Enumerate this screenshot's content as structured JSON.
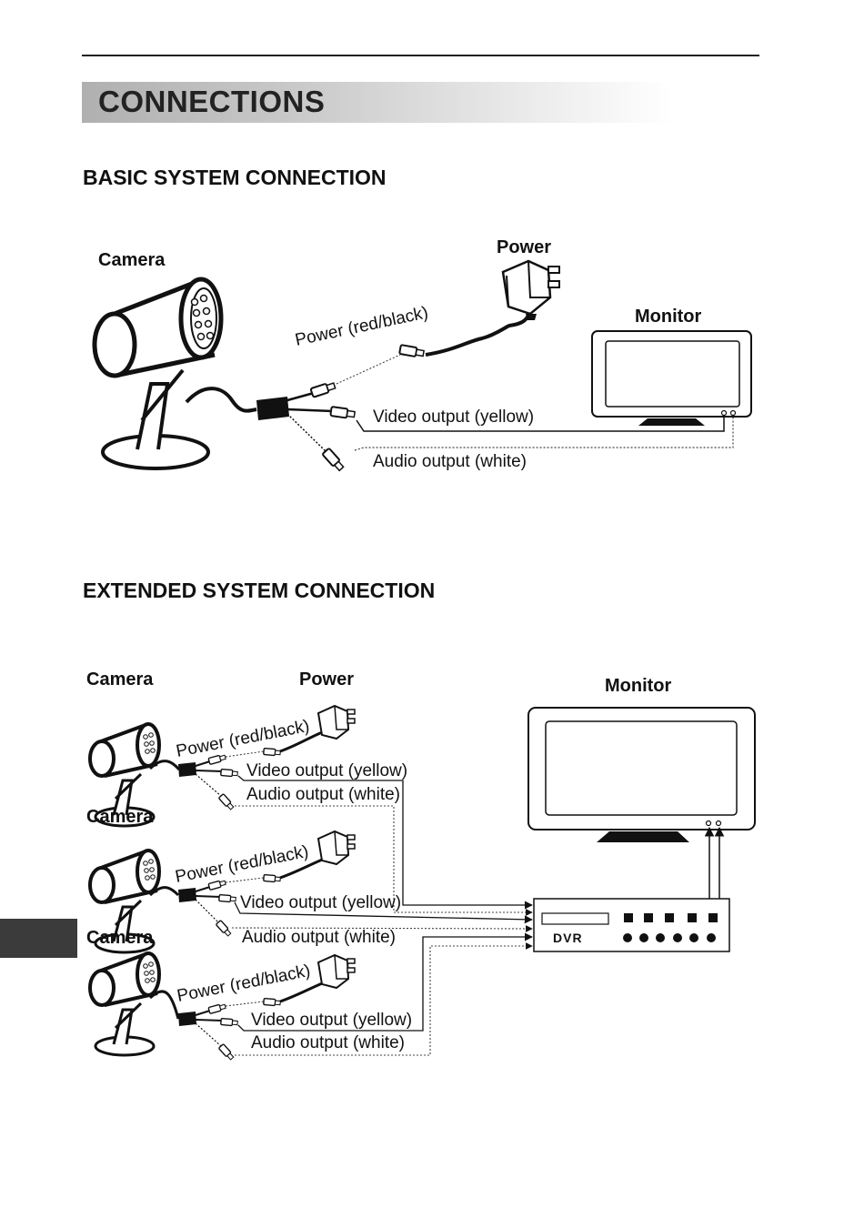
{
  "page": {
    "title": "CONNECTIONS",
    "basic_section_title": "BASIC SYSTEM CONNECTION",
    "extended_section_title": "EXTENDED SYSTEM CONNECTION"
  },
  "basic": {
    "camera_label": "Camera",
    "power_label": "Power",
    "monitor_label": "Monitor",
    "power_cable": "Power (red/black)",
    "video_cable": "Video output (yellow)",
    "audio_cable": "Audio output (white)"
  },
  "extended": {
    "power_label": "Power",
    "monitor_label": "Monitor",
    "dvr_label": "DVR",
    "cameras": [
      {
        "camera_label": "Camera",
        "power_cable": "Power (red/black)",
        "video_cable": "Video output (yellow)",
        "audio_cable": "Audio output (white)"
      },
      {
        "camera_label": "Camera",
        "power_cable": "Power (red/black)",
        "video_cable": "Video output (yellow)",
        "audio_cable": "Audio output (white)"
      },
      {
        "camera_label": "Camera",
        "power_cable": "Power (red/black)",
        "video_cable": "Video output (yellow)",
        "audio_cable": "Audio output (white)"
      }
    ]
  }
}
